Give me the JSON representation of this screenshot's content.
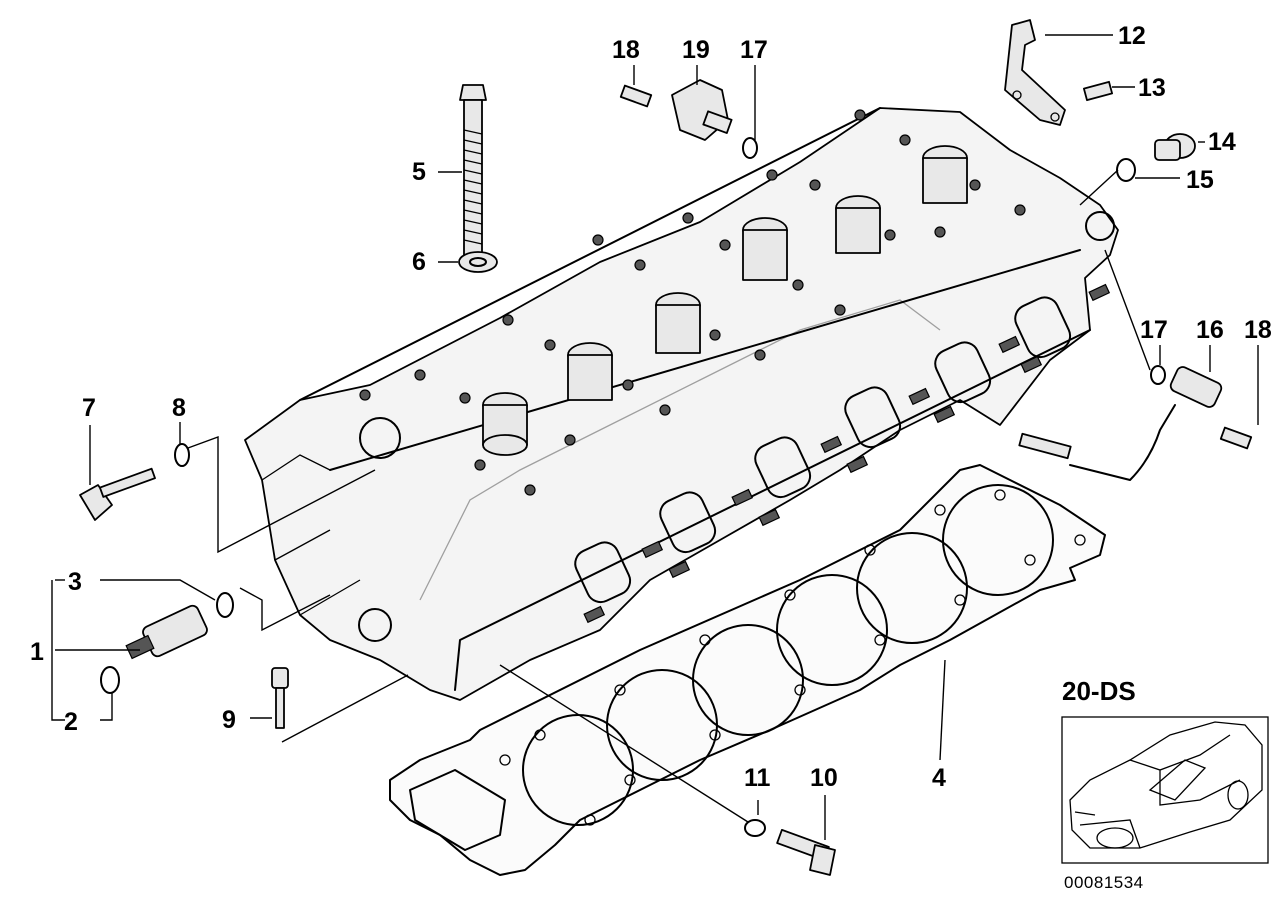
{
  "callouts": {
    "c1": "1",
    "c2": "2",
    "c3": "3",
    "c4": "4",
    "c5": "5",
    "c6": "6",
    "c7": "7",
    "c8": "8",
    "c9": "9",
    "c10": "10",
    "c11": "11",
    "c12": "12",
    "c13": "13",
    "c14": "14",
    "c15": "15",
    "c16": "16",
    "c17a": "17",
    "c17b": "17",
    "c18a": "18",
    "c18b": "18",
    "c19": "19"
  },
  "inset": {
    "model_label": "20-DS",
    "doc_number": "00081534"
  }
}
